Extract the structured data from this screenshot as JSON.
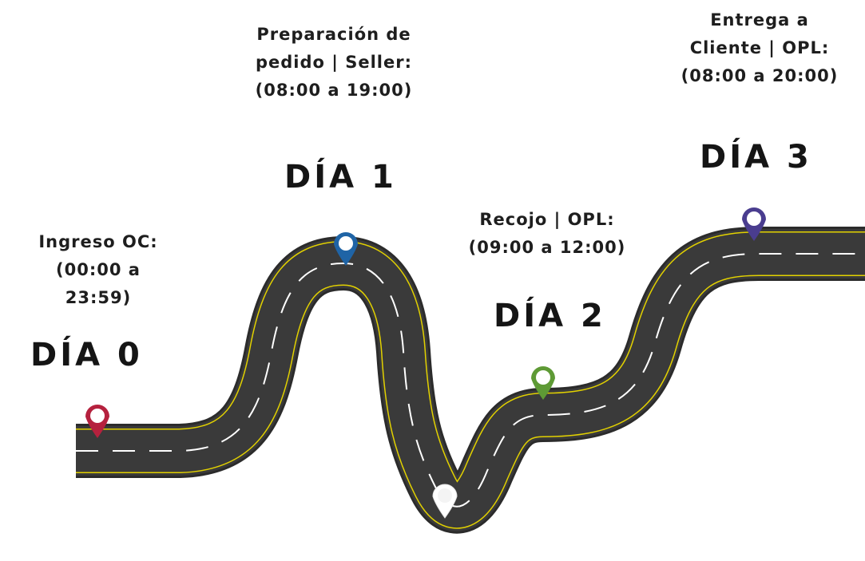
{
  "milestones": [
    {
      "day": "DÍA 0",
      "lines": [
        "Ingreso OC:",
        "(00:00 a",
        "23:59)"
      ],
      "pin_color": "#b5213e"
    },
    {
      "day": "DÍA 1",
      "lines": [
        "Preparación de",
        "pedido | Seller:",
        "(08:00 a 19:00)"
      ],
      "pin_color": "#1f64a6"
    },
    {
      "day": "DÍA 2",
      "lines": [
        "Recojo | OPL:",
        "(09:00 a 12:00)"
      ],
      "pin_color": "#5e9a35"
    },
    {
      "day": "DÍA 3",
      "lines": [
        "Entrega a",
        "Cliente | OPL:",
        "(08:00 a 20:00)"
      ],
      "pin_color": "#4a3d8f"
    }
  ],
  "extra_pin_color": "#ffffff",
  "colors": {
    "asphalt": "#3a3a3a",
    "edge_line": "#e2d100",
    "center_dash": "#ffffff",
    "text": "#151515"
  }
}
